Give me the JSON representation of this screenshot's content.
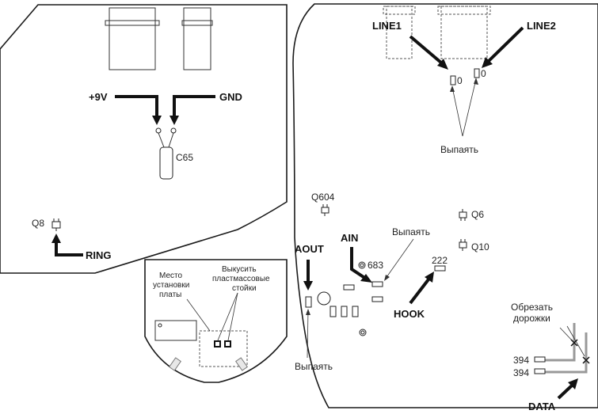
{
  "left_board": {
    "power_plus": "+9V",
    "power_gnd": "GND",
    "capacitor": "C65",
    "transistor": "Q8",
    "ring": "RING"
  },
  "small_board": {
    "mount_place": [
      "Место",
      "установки",
      "платы"
    ],
    "cut_posts": [
      "Выкусить",
      "пластмассовые",
      "стойки"
    ]
  },
  "right_board": {
    "line1": "LINE1",
    "line2": "LINE2",
    "line1_res": "0",
    "line2_res": "0",
    "desolder_top": "Выпаять",
    "q604": "Q604",
    "q6": "Q6",
    "q10": "Q10",
    "ain": "AIN",
    "desolder_mid": "Выпаять",
    "r683": "683",
    "r222": "222",
    "hook": "HOOK",
    "aout": "AOUT",
    "desolder_bottom": "Выпаять",
    "cut_traces": [
      "Обрезать",
      "дорожки"
    ],
    "r394a": "394",
    "r394b": "394",
    "data": "DATA"
  }
}
